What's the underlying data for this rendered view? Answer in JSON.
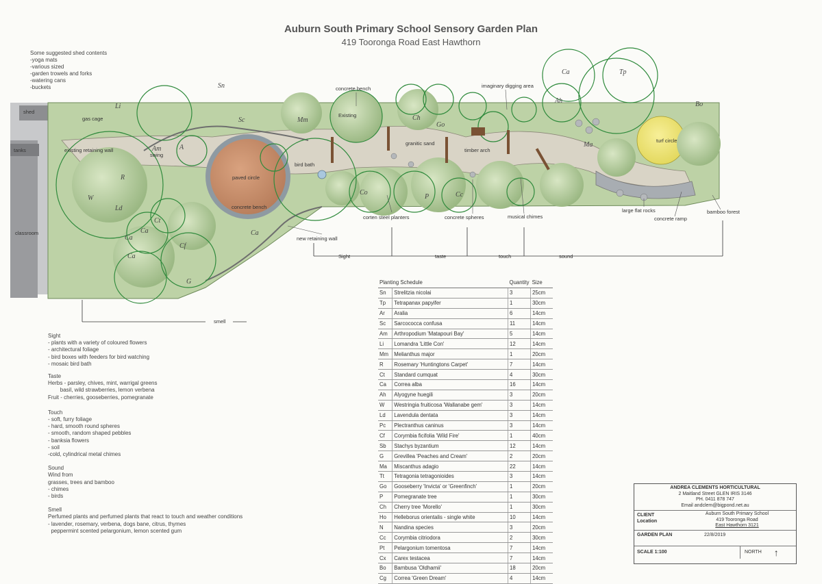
{
  "header": {
    "title": "Auburn South Primary School Sensory Garden Plan",
    "subtitle": "419 Tooronga Road East Hawthorn"
  },
  "shed_notes": [
    "Some suggested shed contents",
    "-yoga mats",
    "-various sized",
    "-garden trowels and forks",
    "-watering cans",
    "-buckets"
  ],
  "plan_labels": {
    "shed": "shed",
    "tanks": "tanks",
    "classroom": "classroom",
    "gas_cage": "gas cage",
    "existing_retaining_wall": "existing retaining wall",
    "swing": "swing",
    "paved_circle": "paved circle",
    "concrete_bench_circle": "concrete bench",
    "bird_bath": "bird bath",
    "concrete_bench_top": "concrete bench",
    "existing": "Existing",
    "granitic_sand": "granitic sand",
    "timber_arch": "timber arch",
    "imaginary_digging_area": "imaginary digging area",
    "turf_circle": "turf circle",
    "large_flat_rocks": "large flat rocks",
    "concrete_ramp": "concrete ramp",
    "bamboo_forest": "bamboo forest",
    "corten_steel_planters": "corten steel planters",
    "concrete_spheres": "concrete spheres",
    "musical_chimes": "musical chimes",
    "new_retaining_wall": "new retaining wall",
    "smell": "smell"
  },
  "senses_axis": [
    "Sight",
    "taste",
    "touch",
    "sound"
  ],
  "plant_codes": [
    "Sn",
    "Li",
    "Sc",
    "A",
    "Am",
    "Mm",
    "R",
    "W",
    "Ld",
    "Ct",
    "Cf",
    "Ca",
    "Ca",
    "G",
    "Ah",
    "Ch",
    "Go",
    "Ca",
    "Bo",
    "Ma",
    "Cc",
    "P",
    "Co",
    "Tp",
    "Ca",
    "Ca"
  ],
  "notes": {
    "sight_title": "Sight",
    "sight": [
      "- plants with a variety of coloured flowers",
      "",
      "- architectural foliage",
      "- bird boxes with feeders for bird watching",
      "- mosaic bird bath"
    ],
    "taste_title": "Taste",
    "taste": [
      "Herbs - parsley, chives, mint, warrigal greens",
      "        basil, wild strawberries, lemon verbena",
      "Fruit - cherries, gooseberries, pomegranate"
    ],
    "touch_title": "Touch",
    "touch": [
      "- soft, furry foliage",
      "- hard, smooth round spheres",
      "- smooth, random shaped pebbles",
      "- banksia flowers",
      "- soil",
      "-cold, cylindrical metal chimes"
    ],
    "sound_title": "Sound",
    "sound": [
      "Wind from",
      "grasses, trees and bamboo",
      "- chimes",
      "- birds"
    ],
    "smell_title": "Smell",
    "smell": [
      "Perfumed plants and perfumed plants that react to touch and weather conditions",
      "- lavender, rosemary, verbena, dogs bane, citrus, thymes",
      "  peppermint scented pelargonium, lemon scented gum"
    ]
  },
  "schedule": {
    "headers": [
      "Planting Schedule",
      "Quantity",
      "Size"
    ],
    "rows": [
      [
        "Sn",
        "Strelitzia nicolai",
        "3",
        "25cm"
      ],
      [
        "Tp",
        "Tetrapanax papyifer",
        "1",
        "30cm"
      ],
      [
        "Ar",
        "Aralia",
        "6",
        "14cm"
      ],
      [
        "Sc",
        "Sarcococca confusa",
        "11",
        "14cm"
      ],
      [
        "Am",
        "Arthropodium 'Matapouri Bay'",
        "5",
        "14cm"
      ],
      [
        "Li",
        "Lomandra 'Little Con'",
        "12",
        "14cm"
      ],
      [
        "Mm",
        "Melianthus major",
        "1",
        "20cm"
      ],
      [
        "R",
        "Rosemary 'Huntingtons Carpet'",
        "7",
        "14cm"
      ],
      [
        "Ct",
        "Standard cumquat",
        "4",
        "30cm"
      ],
      [
        "Ca",
        "Correa alba",
        "16",
        "14cm"
      ],
      [
        "Ah",
        "Alyogyne huegili",
        "3",
        "20cm"
      ],
      [
        "W",
        "Westringia fruiticosa 'Wallanabe gem'",
        "3",
        "14cm"
      ],
      [
        "Ld",
        "Lavendula dentata",
        "3",
        "14cm"
      ],
      [
        "Pc",
        "Plectranthus caninus",
        "3",
        "14cm"
      ],
      [
        "Cf",
        "Corymbia ficifolia 'Wild Fire'",
        "1",
        "40cm"
      ],
      [
        "Sb",
        "Stachys byzantium",
        "12",
        "14cm"
      ],
      [
        "G",
        "Grevillea 'Peaches and Cream'",
        "2",
        "20cm"
      ],
      [
        "Ma",
        "Miscanthus adagio",
        "22",
        "14cm"
      ],
      [
        "Tt",
        "Tetragonia tetragonioides",
        "3",
        "14cm"
      ],
      [
        "Go",
        "Gooseberry 'Invicta' or 'Greenfinch'",
        "1",
        "20cm"
      ],
      [
        "P",
        "Pomegranate tree",
        "1",
        "30cm"
      ],
      [
        "Ch",
        "Cherry tree 'Morello'",
        "1",
        "30cm"
      ],
      [
        "Ho",
        "Helleborus orientalis - single white",
        "10",
        "14cm"
      ],
      [
        "N",
        "Nandina species",
        "3",
        "20cm"
      ],
      [
        "Cc",
        "Corymbia citriodora",
        "2",
        "30cm"
      ],
      [
        "Pt",
        "Pelargonium tomentosa",
        "7",
        "14cm"
      ],
      [
        "Cx",
        "Carex testacea",
        "7",
        "14cm"
      ],
      [
        "Bo",
        "Bambusa 'Oldhamii'",
        "18",
        "20cm"
      ],
      [
        "Cg",
        "Correa 'Green Dream'",
        "4",
        "14cm"
      ]
    ]
  },
  "title_block": {
    "firm": "ANDREA CLEMENTS HORTICULTURAL",
    "address": "2 Maitland Street GLEN IRIS 3146",
    "phone": "PH. 0411 878 747",
    "email": "Email andclem@bigpond.net.au",
    "client_label": "CLIENT",
    "location_label": "Location",
    "client": "Auburn South Primary School",
    "address1": "419 Tooronga Road",
    "address2": "East Hawthorn 3121",
    "plan_label": "GARDEN PLAN",
    "date": "22/8/2019",
    "scale": "SCALE 1:100",
    "north": "NORTH",
    "north_arrow": "↑"
  },
  "colors": {
    "grass": "#b9cfa2",
    "path": "#d8d3c6",
    "paved_circle": "#c98f6e",
    "turf": "#f1e678",
    "tree_outline": "#2f8a3c"
  }
}
